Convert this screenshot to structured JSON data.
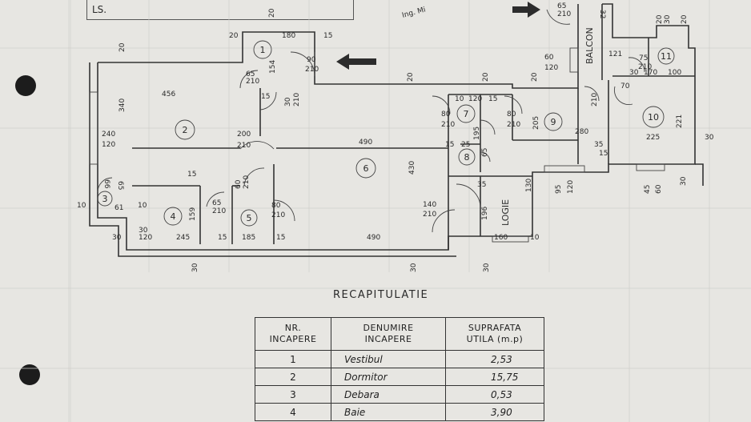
{
  "stamp_label": "LS.",
  "top_note": "Ing. Mi",
  "recap": {
    "title": "RECAPITULATIE",
    "headers": [
      [
        "NR.",
        "INCAPERE"
      ],
      [
        "DENUMIRE",
        "INCAPERE"
      ],
      [
        "SUPRAFATA",
        "UTILA (m.p)"
      ]
    ],
    "rows": [
      {
        "nr": "1",
        "name": "Vestibul",
        "area": "2,53"
      },
      {
        "nr": "2",
        "name": "Dormitor",
        "area": "15,75"
      },
      {
        "nr": "3",
        "name": "Debara",
        "area": "0,53"
      },
      {
        "nr": "4",
        "name": "Baie",
        "area": "3,90"
      }
    ]
  },
  "rooms": [
    {
      "id": "r1",
      "label": "1"
    },
    {
      "id": "r2",
      "label": "2"
    },
    {
      "id": "r3",
      "label": "3"
    },
    {
      "id": "r4",
      "label": "4"
    },
    {
      "id": "r5",
      "label": "5"
    },
    {
      "id": "r6",
      "label": "6"
    },
    {
      "id": "r7",
      "label": "7"
    },
    {
      "id": "r8",
      "label": "8"
    },
    {
      "id": "r9",
      "label": "9"
    },
    {
      "id": "r10",
      "label": "10"
    },
    {
      "id": "r11",
      "label": "11"
    }
  ],
  "words": {
    "balcon": "BALCON",
    "logie": "LOGIE"
  },
  "dims": [
    "20",
    "180",
    "15",
    "20",
    "154",
    "90",
    "210",
    "65",
    "210",
    "30",
    "210",
    "15",
    "456",
    "340",
    "240",
    "120",
    "200",
    "210",
    "490",
    "20",
    "20",
    "20",
    "20",
    "60",
    "120",
    "65",
    "210",
    "32",
    "10",
    "15",
    "120",
    "80",
    "210",
    "80",
    "210",
    "205",
    "280",
    "225",
    "30",
    "121",
    "170",
    "30",
    "100",
    "75",
    "210",
    "70",
    "210",
    "35",
    "15",
    "30",
    "15",
    "195",
    "25",
    "65",
    "430",
    "140",
    "210",
    "196",
    "35",
    "130",
    "95",
    "120",
    "45",
    "60",
    "30",
    "15",
    "60",
    "210",
    "65",
    "210",
    "80",
    "210",
    "10",
    "159",
    "30",
    "120",
    "245",
    "15",
    "185",
    "15",
    "490",
    "160",
    "10",
    "30",
    "30",
    "30",
    "30",
    "20",
    "20",
    "66",
    "65",
    "61",
    "10",
    "221"
  ]
}
